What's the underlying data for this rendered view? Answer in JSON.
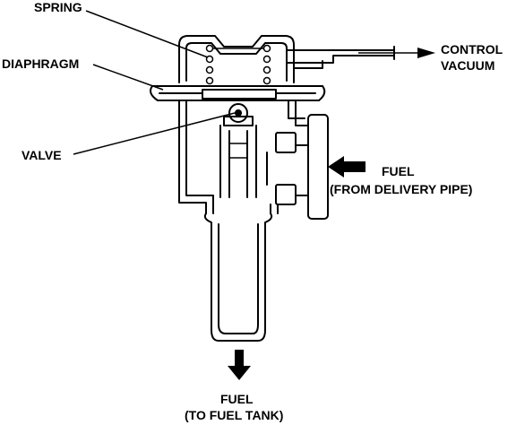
{
  "labels": {
    "spring": "SPRING",
    "diaphragm": "DIAPHRAGM",
    "valve": "VALVE",
    "control_line1": "CONTROL",
    "control_line2": "VACUUM",
    "fuel_in_line1": "FUEL",
    "fuel_in_line2": "(FROM DELIVERY PIPE)",
    "fuel_out_line1": "FUEL",
    "fuel_out_line2": "(TO FUEL TANK)"
  }
}
